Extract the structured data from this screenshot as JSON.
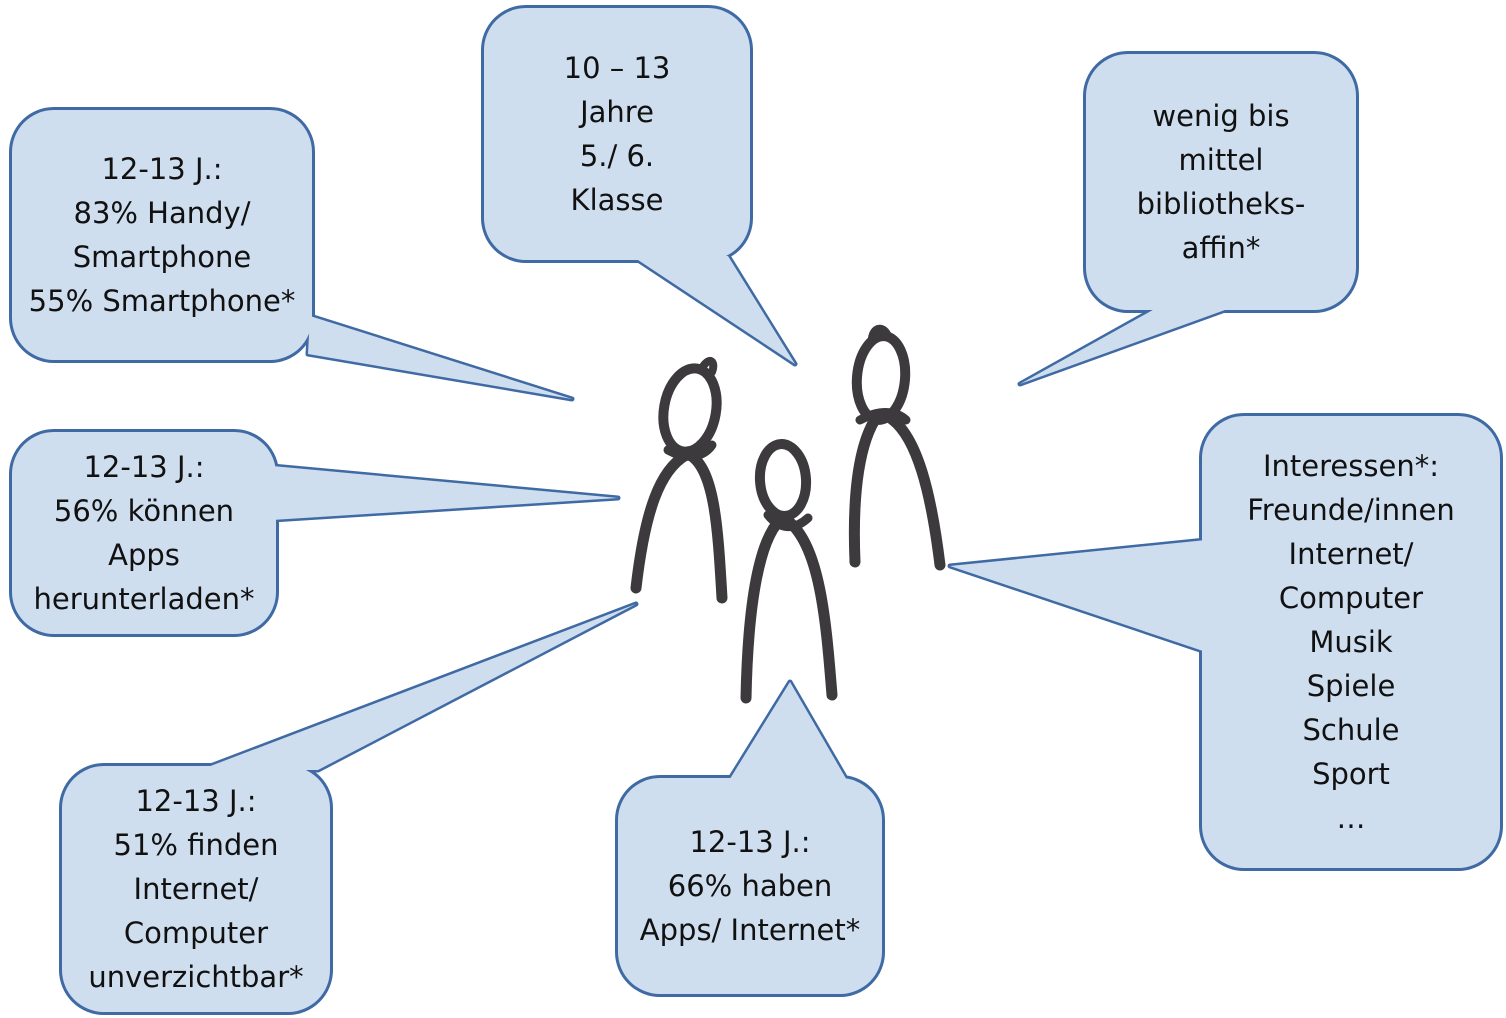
{
  "colors": {
    "bubble_fill": "#cfdeef",
    "bubble_stroke": "#3f6aa3",
    "figure_stroke": "#3c3a3d"
  },
  "bubbles": [
    {
      "name": "speech-bubble-age-class",
      "lines": [
        "10 – 13",
        "Jahre",
        "5./ 6.",
        "Klasse"
      ]
    },
    {
      "name": "speech-bubble-smartphone",
      "lines": [
        "12-13 J.:",
        "83% Handy/",
        "Smartphone",
        "55% Smartphone*"
      ]
    },
    {
      "name": "speech-bubble-library-affinity",
      "lines": [
        "wenig bis",
        "mittel",
        "bibliotheks-",
        "affin*"
      ]
    },
    {
      "name": "speech-bubble-apps-download",
      "lines": [
        "12-13 J.:",
        "56% können",
        "Apps",
        "herunterladen*"
      ]
    },
    {
      "name": "speech-bubble-interests",
      "lines": [
        "Interessen*:",
        "Freunde/innen",
        "Internet/",
        "Computer",
        "Musik",
        "Spiele",
        "Schule",
        "Sport",
        "…"
      ]
    },
    {
      "name": "speech-bubble-internet-indispensable",
      "lines": [
        "12-13 J.:",
        "51% finden",
        "Internet/",
        "Computer",
        "unverzichtbar*"
      ]
    },
    {
      "name": "speech-bubble-apps-internet",
      "lines": [
        "12-13 J.:",
        "66% haben",
        "Apps/ Internet*"
      ]
    }
  ],
  "figures": [
    "person-figure-left",
    "person-figure-middle",
    "person-figure-right"
  ]
}
